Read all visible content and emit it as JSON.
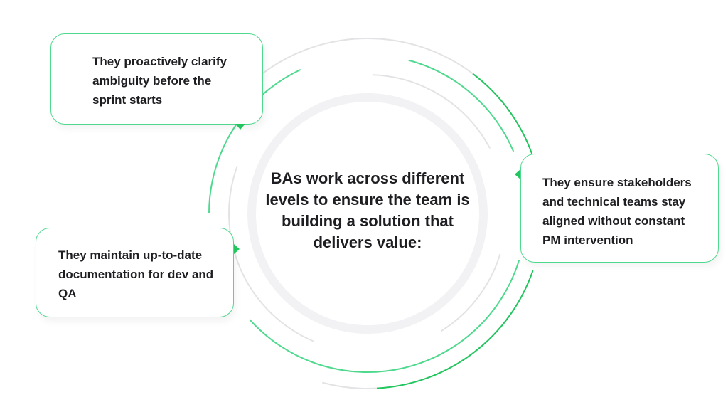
{
  "center_text": "BAs work across different levels to ensure the team is building a solution that delivers value:",
  "cards": [
    {
      "text": "They proactively clarify ambiguity before the sprint starts"
    },
    {
      "text": "They ensure stakeholders and technical teams stay aligned without constant PM intervention"
    },
    {
      "text": "They maintain up-to-date documentation for dev and QA"
    }
  ],
  "colors": {
    "green": "#22c55e",
    "light_green": "#4fd98f",
    "gray": "#e3e3e6",
    "inner_ring": "#f2f2f4",
    "text": "#1e1e22"
  }
}
